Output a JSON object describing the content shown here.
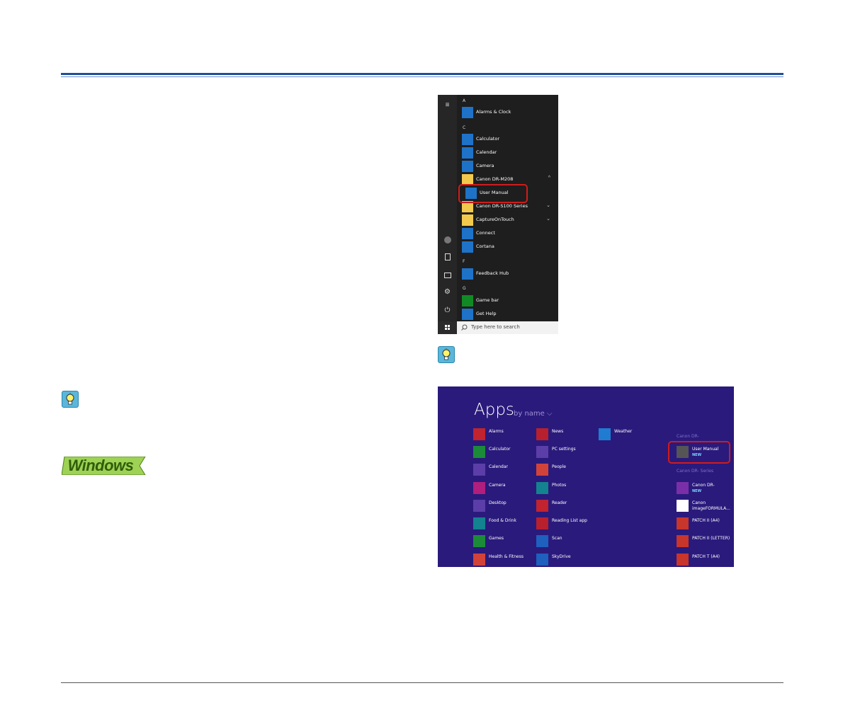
{
  "windows_badge": {
    "label": "Windows"
  },
  "start_menu": {
    "letters": [
      "A",
      "C",
      "F",
      "G"
    ],
    "items": [
      {
        "label": "Alarms & Clock"
      },
      {
        "label": "Calculator"
      },
      {
        "label": "Calendar"
      },
      {
        "label": "Camera"
      },
      {
        "label": "Canon DR-M208"
      },
      {
        "label": "User Manual"
      },
      {
        "label": "Canon DR-S100 Series"
      },
      {
        "label": "CaptureOnTouch"
      },
      {
        "label": "Connect"
      },
      {
        "label": "Cortana"
      },
      {
        "label": "Feedback Hub"
      },
      {
        "label": "Game bar"
      },
      {
        "label": "Get Help"
      }
    ],
    "search_placeholder": "Type here to search"
  },
  "apps_screen": {
    "title": "Apps",
    "sort": "by name ⌵",
    "col1": [
      "Alarms",
      "Calculator",
      "Calendar",
      "Camera",
      "Desktop",
      "Food & Drink",
      "Games",
      "Health & Fitness"
    ],
    "col2": [
      "News",
      "PC settings",
      "People",
      "Photos",
      "Reader",
      "Reading List app",
      "Scan",
      "SkyDrive"
    ],
    "col3": [
      "Weather"
    ],
    "group1": "Canon DR-",
    "group1_item": {
      "label": "User Manual",
      "badge": "NEW"
    },
    "group2": "Canon DR-      Series",
    "group2_items": [
      {
        "label": "Canon DR-",
        "badge": "NEW"
      },
      {
        "label": "Canon",
        "label2": "imageFORMULA..."
      },
      {
        "label": "PATCH II (A4)"
      },
      {
        "label": "PATCH II (LETTER)"
      },
      {
        "label": "PATCH T (A4)"
      }
    ]
  }
}
